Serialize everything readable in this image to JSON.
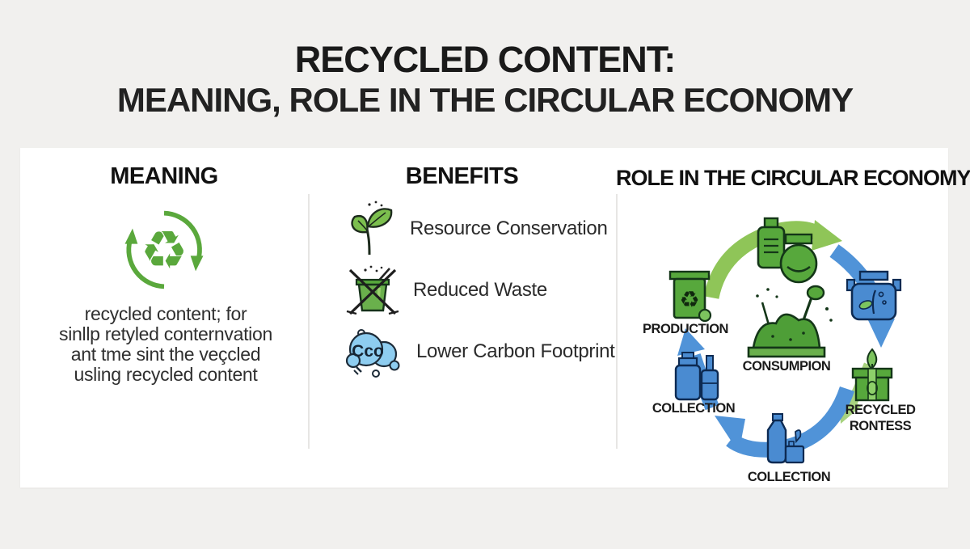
{
  "title": {
    "line1": "RECYCLED CONTENT:",
    "line2": "MEANING, ROLE IN THE CIRCULAR ECONOMY"
  },
  "columns": {
    "meaning": {
      "heading": "MEANING",
      "icon": "recycle-circle-icon",
      "recycle_glyph": "♻",
      "text_lines": {
        "l1": "recycled content; for",
        "l2": "sinllp retyled conternvation",
        "l3": "ant tme sint the veçcled",
        "l4": "usling recycled content"
      }
    },
    "benefits": {
      "heading": "BENEFITS",
      "items": [
        {
          "icon": "seedling-icon",
          "label": "Resource Conservation"
        },
        {
          "icon": "no-waste-bin-icon",
          "label": "Reduced Waste"
        },
        {
          "icon": "carbon-cloud-icon",
          "icon_text": "Cco",
          "label": "Lower Carbon Footprint"
        }
      ]
    },
    "role": {
      "heading": "ROLE IN THE CIRCULAR ECONOMY",
      "labels": {
        "production": "PRODUCTION",
        "consumption": "CONSUMPION",
        "collection_left": "COLLECTION",
        "collection_bottom": "COLLECTION",
        "recycled_1": "RECYCLED",
        "recycled_2": "RONTESS",
        "bin_glyph": "♻"
      }
    }
  },
  "colors": {
    "background": "#f1f0ee",
    "card": "#ffffff",
    "title_text": "#1a1a1a",
    "green_icon": "#57a83c",
    "green_arrow": "#8fc558",
    "green_arrow_light": "#a7d27e",
    "blue_arrow": "#5093d8",
    "blue_icon": "#4a8bd1",
    "cloud_blue": "#8ecdf0"
  }
}
